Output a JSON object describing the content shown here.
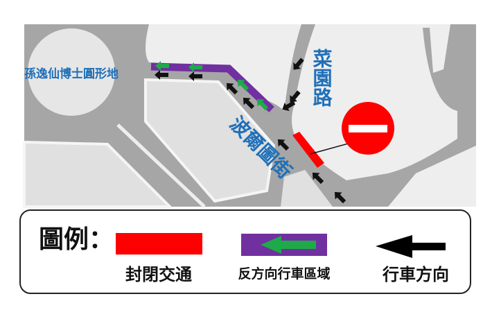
{
  "map": {
    "labels": {
      "roundabout": "孫逸仙博士圓形地",
      "caiyuan_road": "菜園路",
      "porto_street": "波爾圖街"
    },
    "sign": "no-entry-sign",
    "colors": {
      "closed": "#ff0000",
      "contraflow": "#7030a0",
      "contraflow_arrow": "#1faa4a",
      "road": "#a6a6a6",
      "land": "#eeeeee",
      "label": "#1f6fb8"
    }
  },
  "legend": {
    "title": "圖例：",
    "items": [
      {
        "label": "封閉交通",
        "swatch": "red-bar"
      },
      {
        "label": "反方向行車區域",
        "swatch": "purple-bar-green-arrow"
      },
      {
        "label": "行車方向",
        "swatch": "black-arrow"
      }
    ]
  }
}
